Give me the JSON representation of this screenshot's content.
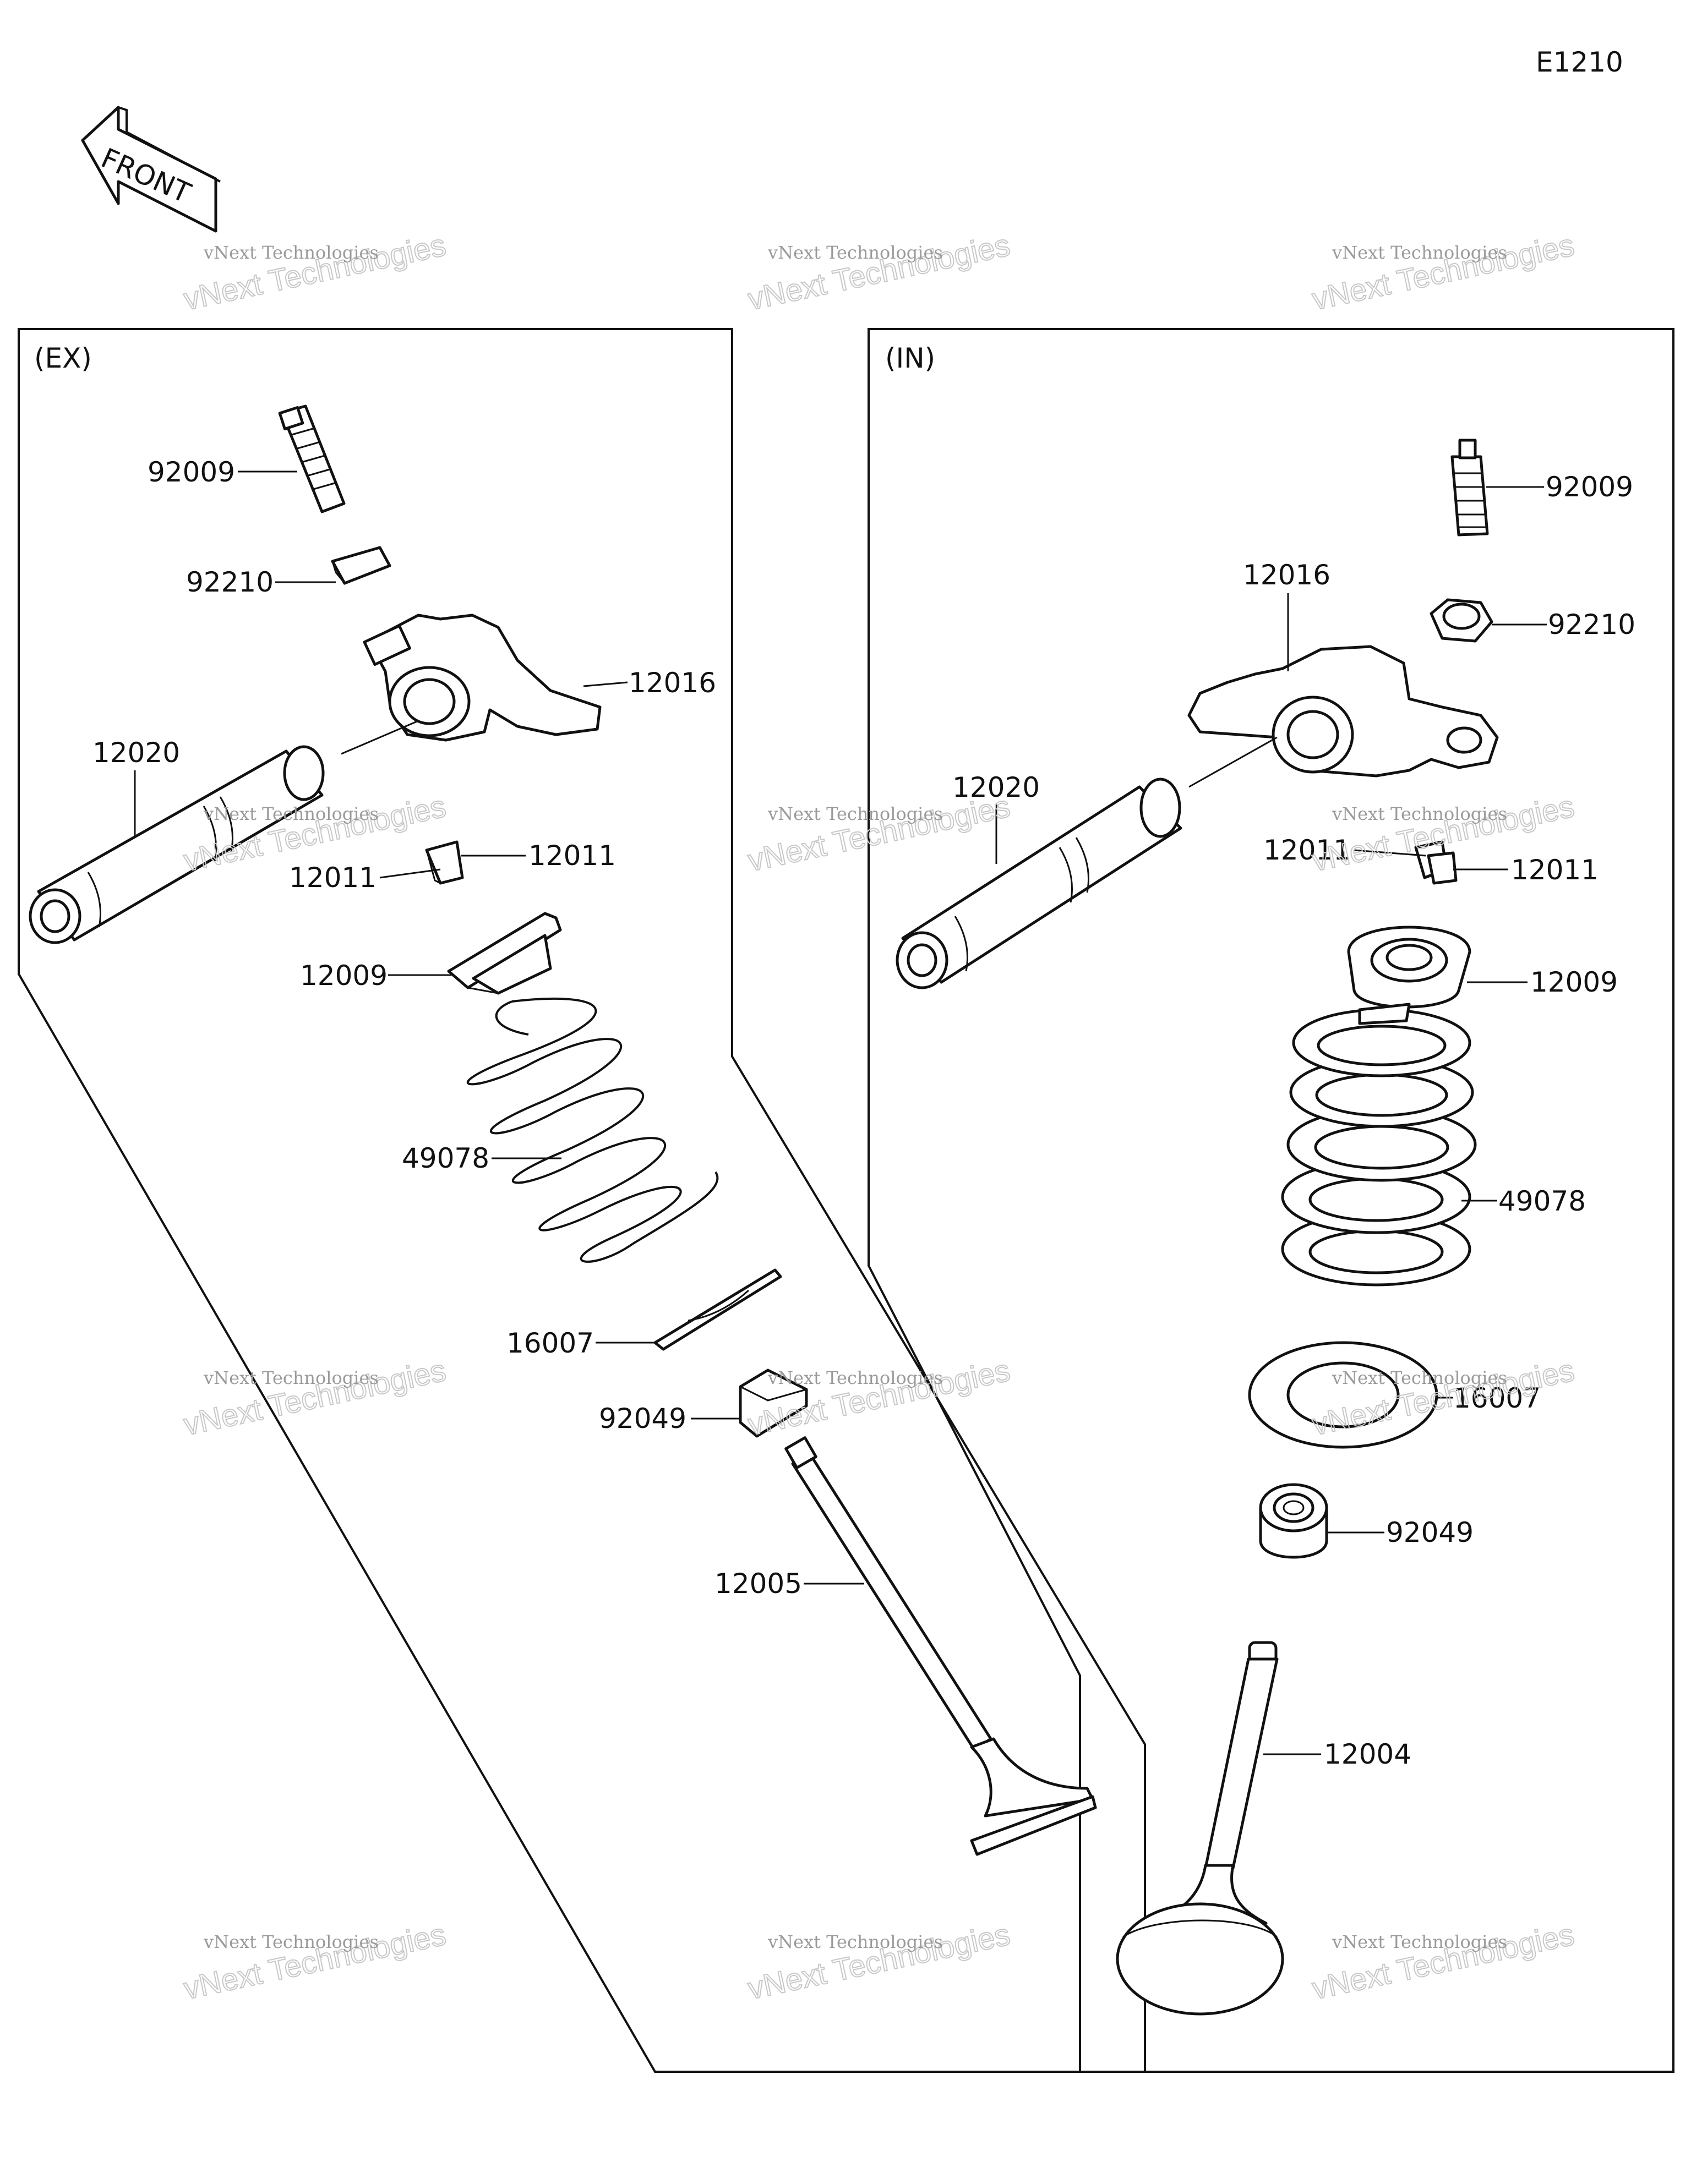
{
  "diagram_code": "E1210",
  "front_arrow_text": "FRONT",
  "watermark": {
    "line1": "vNext Technologies",
    "line2": "vNext Technologies"
  },
  "panels": {
    "exhaust": {
      "title": "(EX)",
      "parts": {
        "adjust_screw": "92009",
        "nut": "92210",
        "rocker_arm": "12016",
        "rocker_shaft": "12020",
        "keeper_right": "12011",
        "keeper_left": "12011",
        "spring_retainer": "12009",
        "valve_spring": "49078",
        "spring_seat": "16007",
        "stem_seal": "92049",
        "valve": "12005"
      }
    },
    "intake": {
      "title": "(IN)",
      "parts": {
        "adjust_screw": "92009",
        "nut": "92210",
        "rocker_arm": "12016",
        "rocker_shaft": "12020",
        "keeper_left": "12011",
        "keeper_right": "12011",
        "spring_retainer": "12009",
        "valve_spring": "49078",
        "spring_seat": "16007",
        "stem_seal": "92049",
        "valve": "12004"
      }
    }
  }
}
